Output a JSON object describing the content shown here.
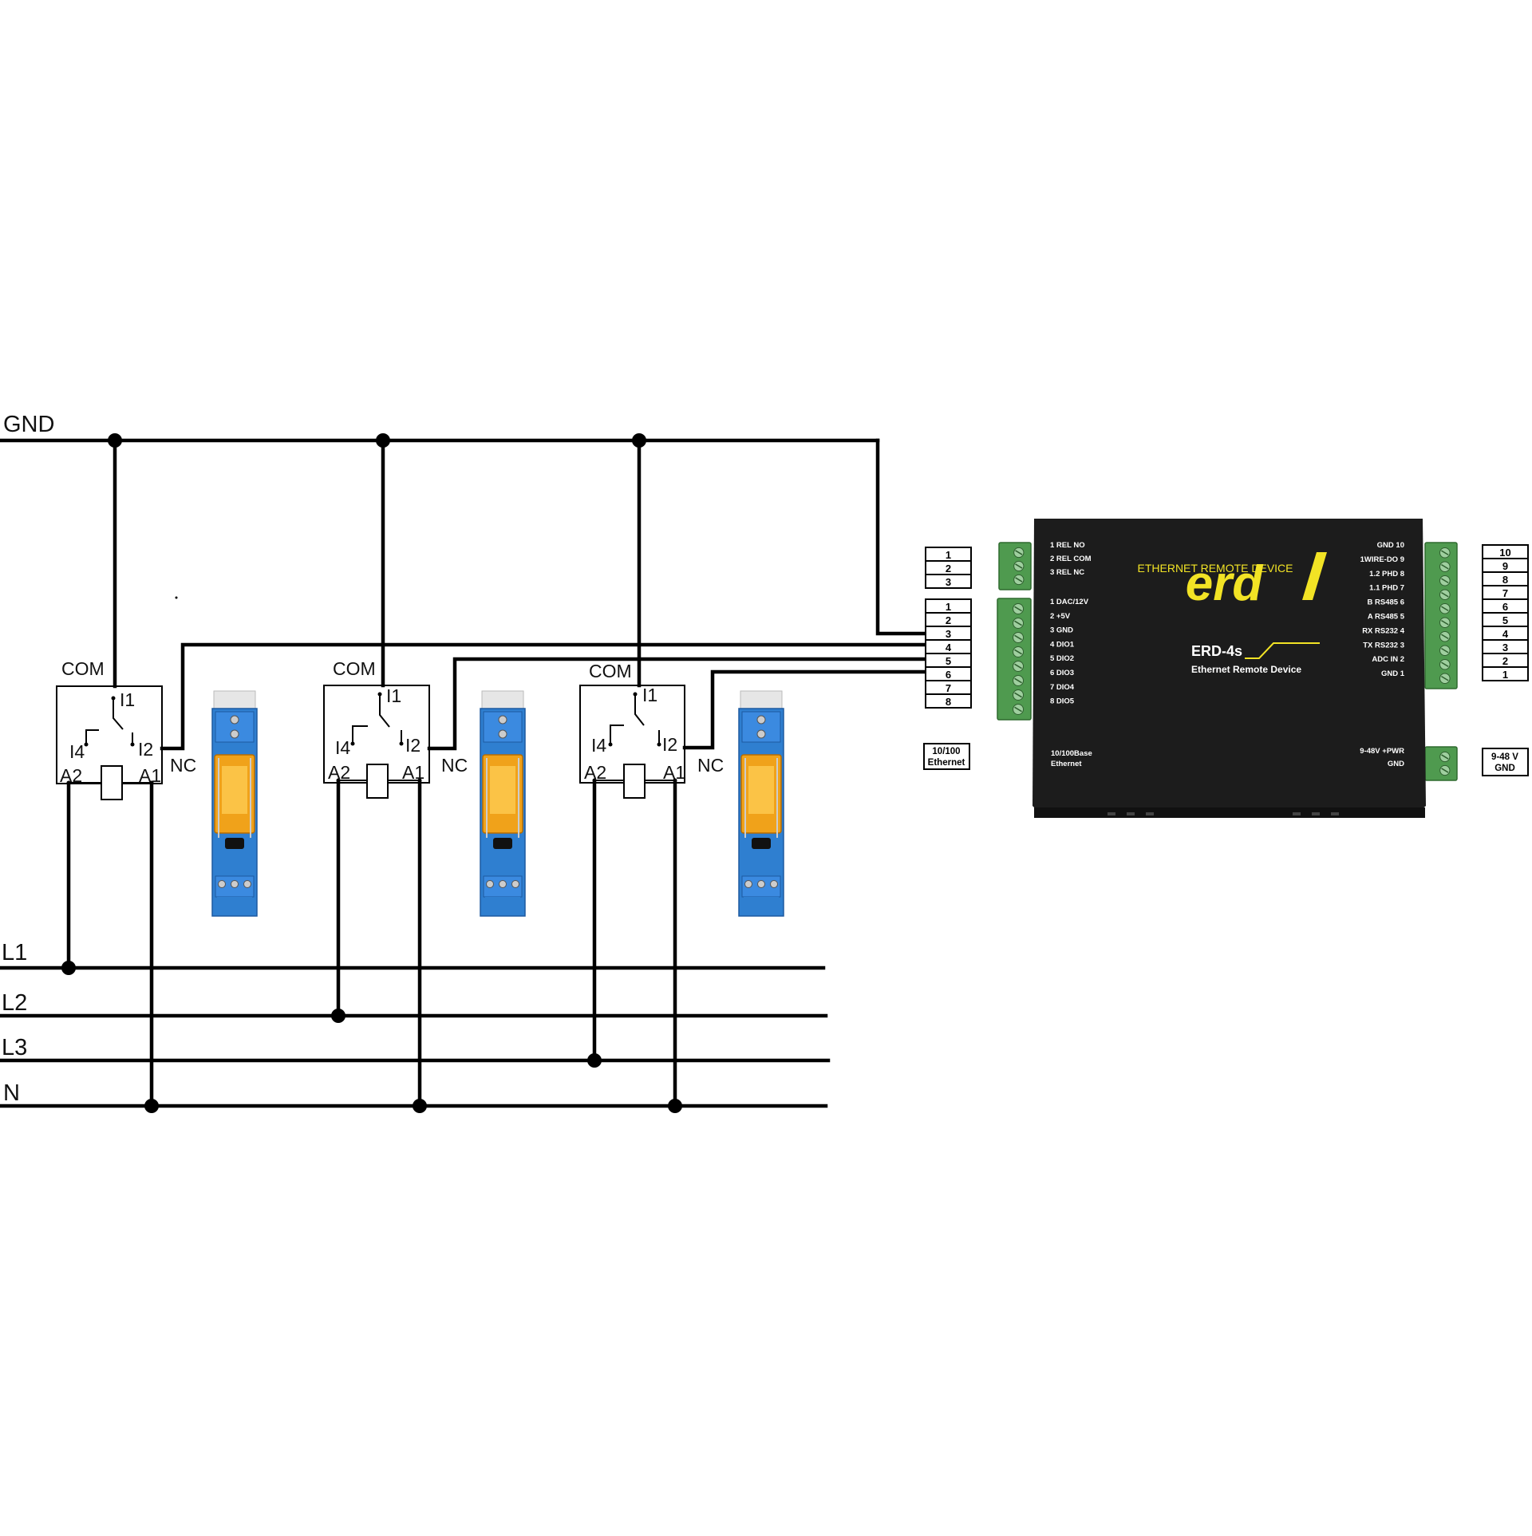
{
  "bus": {
    "gnd": "GND",
    "l1": "L1",
    "l2": "L2",
    "l3": "L3",
    "n": "N"
  },
  "relay_labels": {
    "com": "COM",
    "nc": "NC",
    "i1": "I1",
    "i2": "I2",
    "i4": "I4",
    "a1": "A1",
    "a2": "A2"
  },
  "pin_blocks": {
    "rel_pins": [
      "1",
      "2",
      "3"
    ],
    "io_pins": [
      "1",
      "2",
      "3",
      "4",
      "5",
      "6",
      "7",
      "8"
    ],
    "right_pins": [
      "10",
      "9",
      "8",
      "7",
      "6",
      "5",
      "4",
      "3",
      "2",
      "1"
    ],
    "ethernet_label_1": "10/100",
    "ethernet_label_2": "Ethernet",
    "power_label_1": "9-48 V",
    "power_label_2": "GND"
  },
  "device": {
    "brand_top": "ETHERNET REMOTE DEVICE",
    "brand_logo": "erd",
    "model": "ERD-4s",
    "model_sub": "Ethernet Remote Device",
    "left_top_labels": [
      "1  REL NO",
      "2 REL COM",
      "3 REL NC"
    ],
    "left_io_labels": [
      "1 DAC/12V",
      "2 +5V",
      "3 GND",
      "4 DIO1",
      "5 DIO2",
      "6 DIO3",
      "7 DIO4",
      "8 DIO5"
    ],
    "right_labels": [
      "GND 10",
      "1WIRE-DO 9",
      "1.2 PHD 8",
      "1.1 PHD 7",
      "B RS485 6",
      "A RS485 5",
      "RX RS232 4",
      "TX RS232 3",
      "ADC IN 2",
      "GND  1"
    ],
    "ethernet_1": "10/100Base",
    "ethernet_2": "Ethernet",
    "power_1": "9-48V +PWR",
    "power_2": "GND",
    "colors": {
      "body": "#1c1c1c",
      "accent": "#f2e325",
      "terminal": "#4f9a4f",
      "relay_base": "#2f7fd0",
      "relay_amber": "#f0a21a"
    }
  }
}
